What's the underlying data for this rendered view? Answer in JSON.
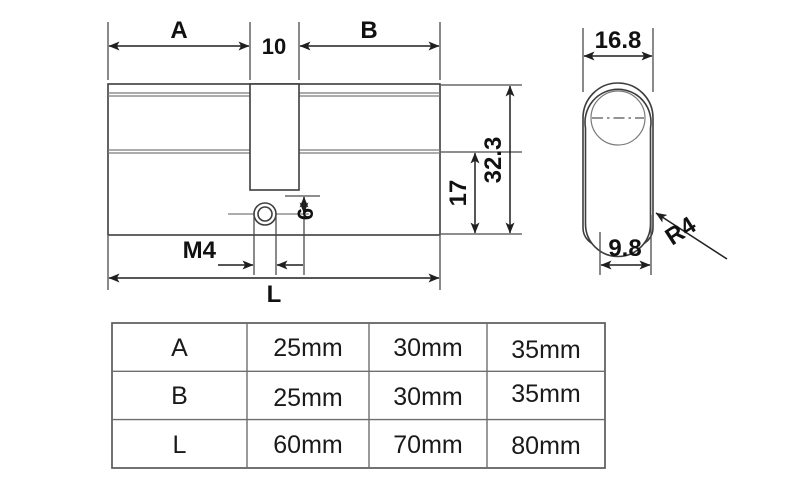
{
  "document": {
    "type": "engineering-drawing",
    "subject": "euro-profile-cylinder-lock",
    "bottom_caption": ""
  },
  "front_view": {
    "name": "front-elevation",
    "dimensions": {
      "a": "A",
      "center_gap": "10",
      "b": "B",
      "overall_length": "L",
      "height_total": "32.3",
      "height_body": "17",
      "screw_thread": "M4",
      "screw_offset": "6"
    }
  },
  "side_view": {
    "name": "cross-section-profile",
    "dimensions": {
      "width_head": "16.8",
      "width_body": "9.8",
      "corner_radius": "R4"
    }
  },
  "spec_table": {
    "rows": [
      {
        "label": "A",
        "values": [
          "25mm",
          "30mm",
          "35mm"
        ]
      },
      {
        "label": "B",
        "values": [
          "25mm",
          "30mm",
          "35mm"
        ]
      },
      {
        "label": "L",
        "values": [
          "60mm",
          "70mm",
          "80mm"
        ]
      }
    ]
  },
  "colors": {
    "line": "#3d3d3d",
    "thin_line": "#7a7a7a",
    "dimension_text": "#111111",
    "table_border": "#6e6e6e",
    "background": "#ffffff"
  }
}
